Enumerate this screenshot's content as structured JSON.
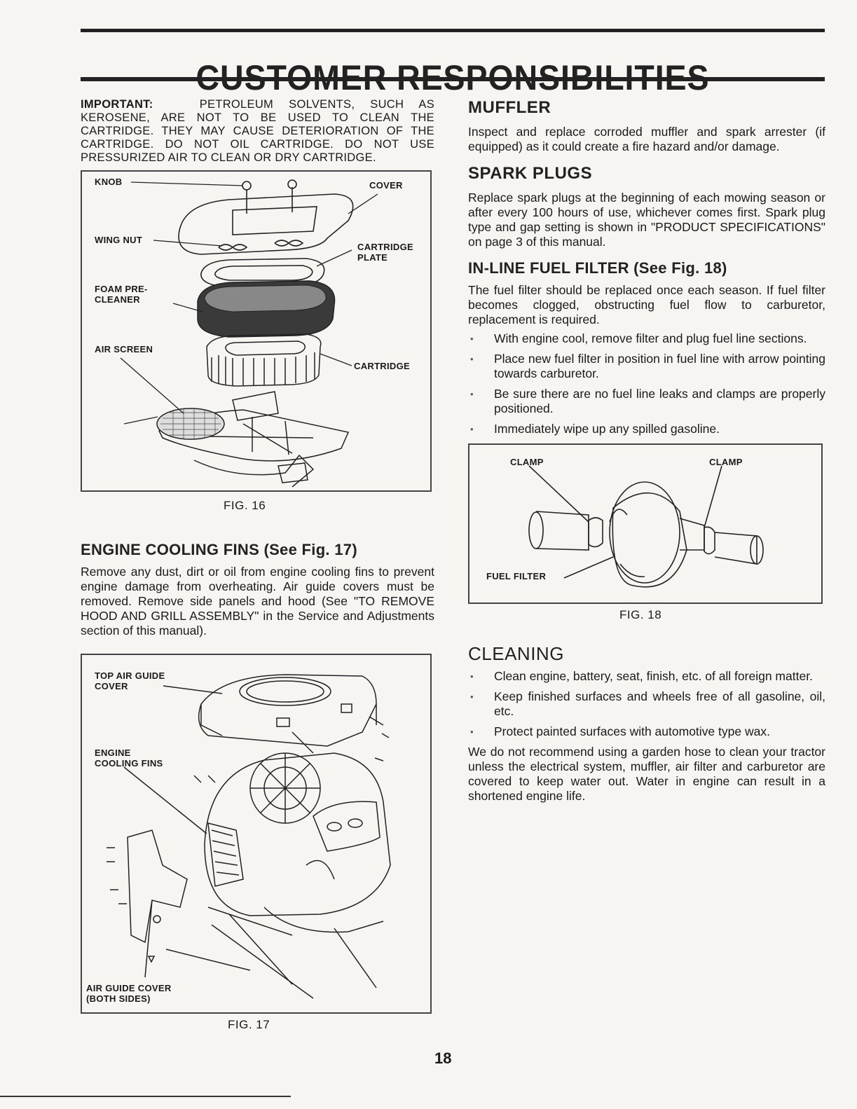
{
  "page": {
    "title": "CUSTOMER RESPONSIBILITIES",
    "number": "18"
  },
  "left": {
    "important": {
      "label": "IMPORTANT:",
      "text": "PETROLEUM SOLVENTS, SUCH AS KEROSENE, ARE NOT TO BE USED TO CLEAN THE CARTRIDGE. THEY MAY CAUSE DETERIORATION OF THE CARTRIDGE. DO NOT OIL CARTRIDGE. DO NOT USE PRESSURIZED AIR TO CLEAN OR DRY CARTRIDGE."
    },
    "fig16": {
      "caption": "FIG. 16",
      "labels": {
        "knob": "KNOB",
        "cover": "COVER",
        "wing_nut": "WING NUT",
        "cartridge_plate": "CARTRIDGE PLATE",
        "foam_pre_cleaner": "FOAM PRE-CLEANER",
        "air_screen": "AIR SCREEN",
        "cartridge": "CARTRIDGE"
      }
    },
    "cooling": {
      "heading": "ENGINE COOLING FINS (See Fig. 17)",
      "text": "Remove any dust, dirt or oil from engine cooling fins to prevent engine damage from overheating. Air guide covers must be removed. Remove side panels and hood (See \"TO REMOVE HOOD AND GRILL ASSEMBLY\" in the Service and Adjustments section of this manual)."
    },
    "fig17": {
      "caption": "FIG. 17",
      "labels": {
        "top_air_guide_cover": "TOP AIR GUIDE COVER",
        "engine_cooling_fins": "ENGINE COOLING FINS",
        "air_guide_cover": "AIR GUIDE COVER (BOTH SIDES)"
      }
    }
  },
  "right": {
    "muffler": {
      "heading": "MUFFLER",
      "text": "Inspect and replace corroded muffler and spark arrester (if equipped) as it could create a fire hazard and/or damage."
    },
    "spark_plugs": {
      "heading": "SPARK PLUGS",
      "text": "Replace spark plugs at the beginning of each mowing season or after every 100 hours of use, whichever comes first. Spark plug type and gap setting is shown in \"PRODUCT SPECIFICATIONS\" on page 3 of this manual."
    },
    "fuel_filter": {
      "heading": "IN-LINE FUEL FILTER (See Fig. 18)",
      "text": "The fuel filter should be replaced once each season. If fuel filter becomes clogged, obstructing fuel flow to carburetor, replacement is required.",
      "bullets": [
        "With engine cool, remove filter and plug fuel line sections.",
        "Place new fuel filter in position in fuel line with arrow pointing towards carburetor.",
        "Be sure there are no fuel line leaks and clamps are properly positioned.",
        "Immediately wipe up any spilled gasoline."
      ]
    },
    "fig18": {
      "caption": "FIG. 18",
      "labels": {
        "clamp_left": "CLAMP",
        "clamp_right": "CLAMP",
        "fuel_filter": "FUEL FILTER"
      }
    },
    "cleaning": {
      "heading": "CLEANING",
      "bullets": [
        "Clean engine, battery, seat, finish, etc. of all foreign matter.",
        "Keep finished surfaces and wheels free of all gasoline, oil, etc.",
        "Protect painted surfaces with automotive type wax."
      ],
      "text": "We do not recommend using a garden hose to clean your tractor unless the electrical system, muffler, air filter and carburetor are covered to keep water out. Water in engine can result in a shortened engine life."
    }
  }
}
